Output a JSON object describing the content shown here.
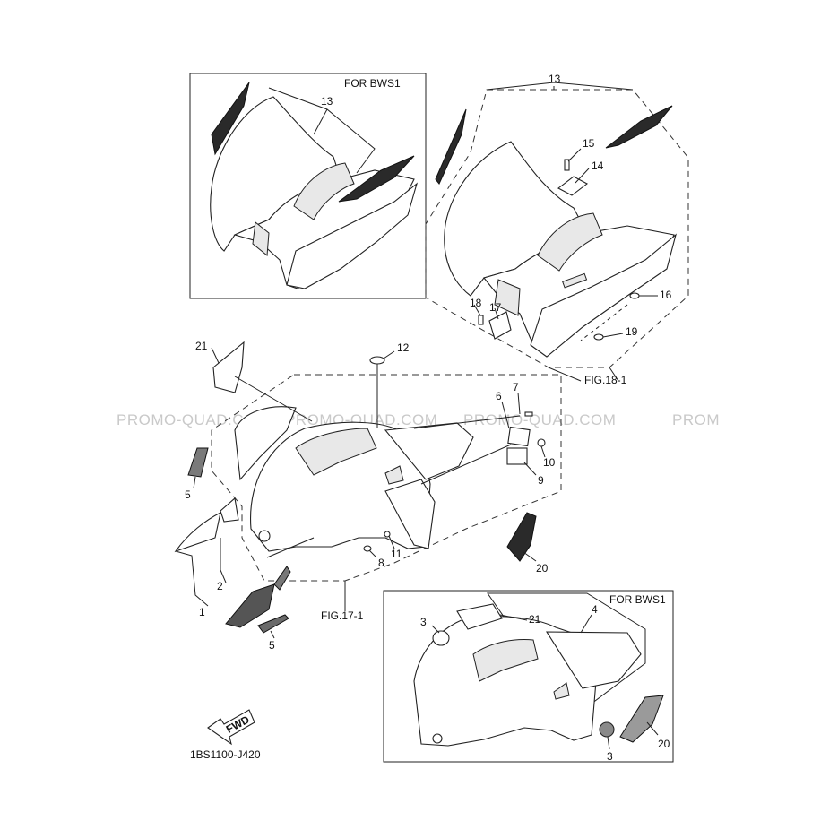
{
  "watermarks": [
    "PROMO-QUAD.COM",
    "PROMO-QUAD.COM",
    "PROMO-QUAD.COM",
    "PROM"
  ],
  "inset_top": {
    "title": "FOR BWS1",
    "callouts": [
      "13"
    ]
  },
  "inset_bottom": {
    "title": "FOR BWS1",
    "callouts": [
      "3",
      "21",
      "4",
      "20",
      "3"
    ]
  },
  "rear_assembly": {
    "callouts": [
      "13",
      "15",
      "14",
      "16",
      "18",
      "17",
      "19"
    ],
    "ref": "FIG.18-1"
  },
  "front_assembly": {
    "callouts": [
      "21",
      "12",
      "7",
      "6",
      "10",
      "9",
      "5",
      "20",
      "8",
      "11",
      "2",
      "1",
      "5"
    ],
    "ref": "FIG.17-1"
  },
  "fwd_badge": "FWD",
  "diagram_code": "1BS1100-J420"
}
